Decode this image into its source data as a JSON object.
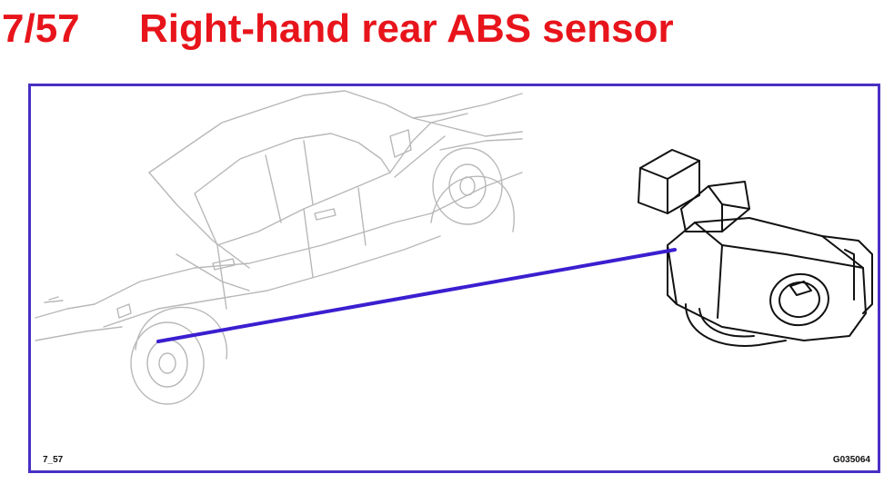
{
  "header": {
    "code": "7/57",
    "title": "Right-hand rear ABS sensor"
  },
  "figure": {
    "left_label": "7_57",
    "right_label": "G035064"
  },
  "colors": {
    "title": "#e8141b",
    "frame": "#4a2fc4",
    "leader_line": "#3a1fd0",
    "car_outline": "#b8b8b8",
    "sensor_outline": "#111111"
  }
}
